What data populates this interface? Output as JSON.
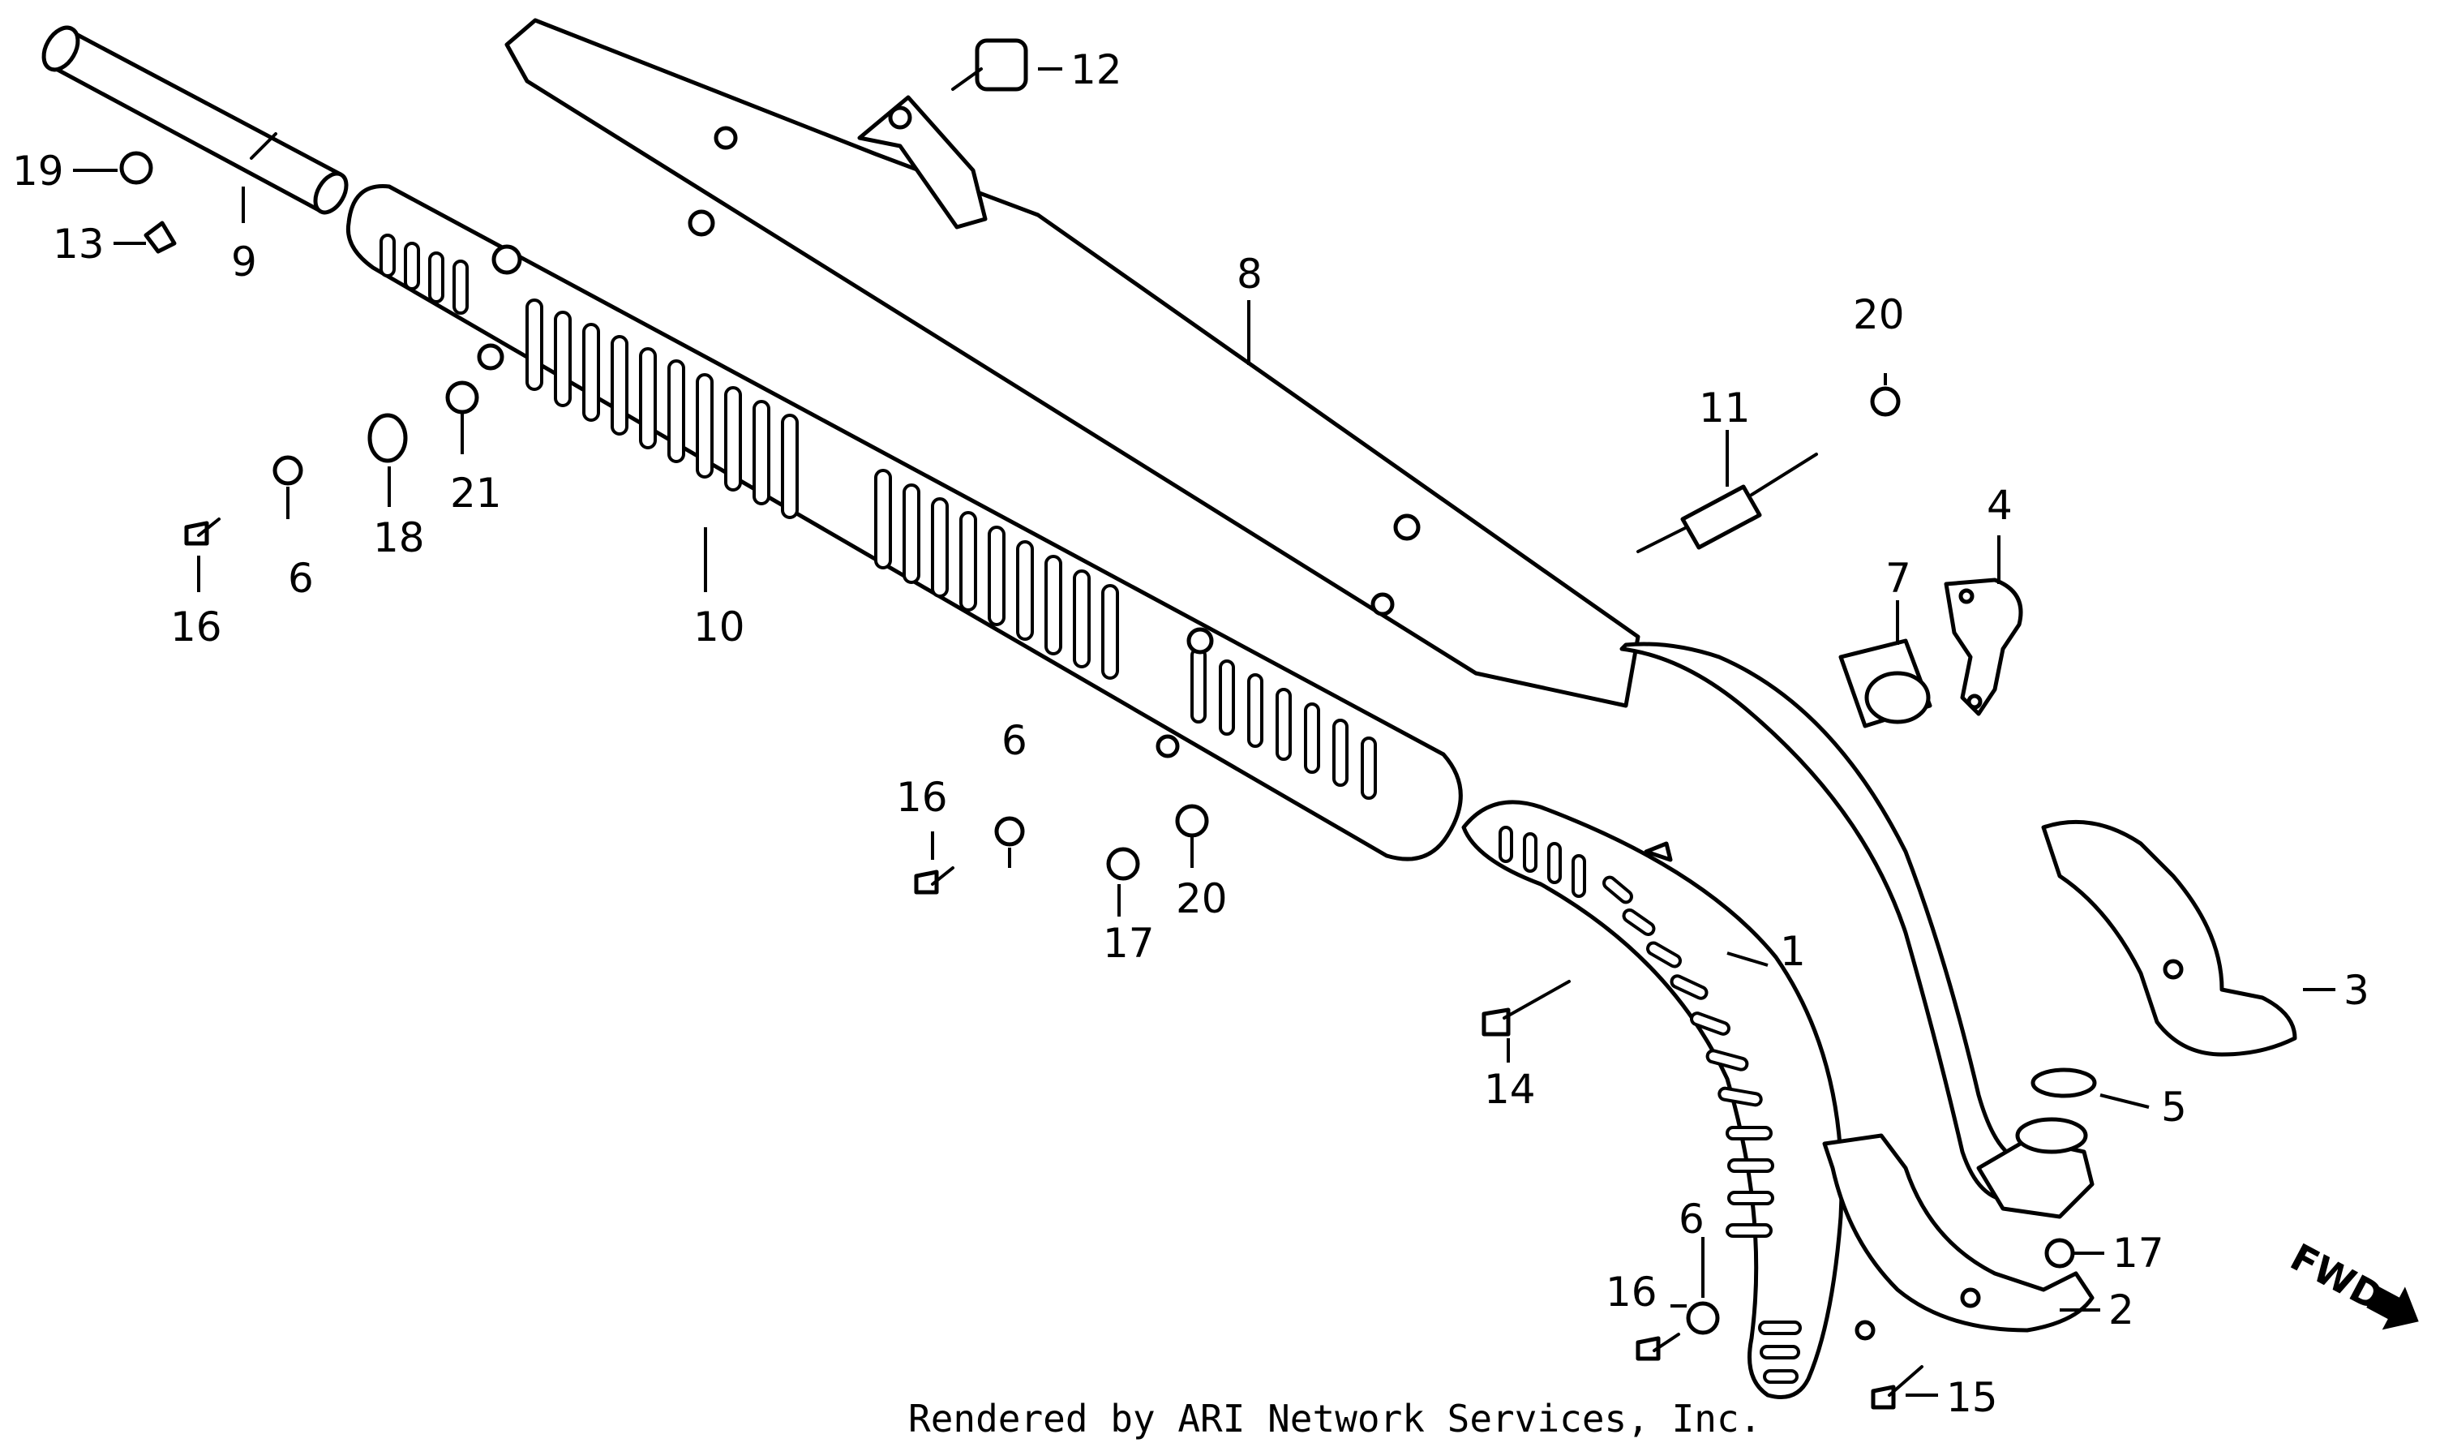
{
  "diagram": {
    "callouts": [
      "1",
      "2",
      "3",
      "4",
      "5",
      "6",
      "6",
      "6",
      "7",
      "8",
      "9",
      "10",
      "11",
      "12",
      "13",
      "14",
      "15",
      "16",
      "16",
      "16",
      "17",
      "17",
      "18",
      "19",
      "20",
      "20",
      "21"
    ],
    "direction_label": "FWD",
    "credit": "Rendered by ARI Network Services, Inc."
  }
}
